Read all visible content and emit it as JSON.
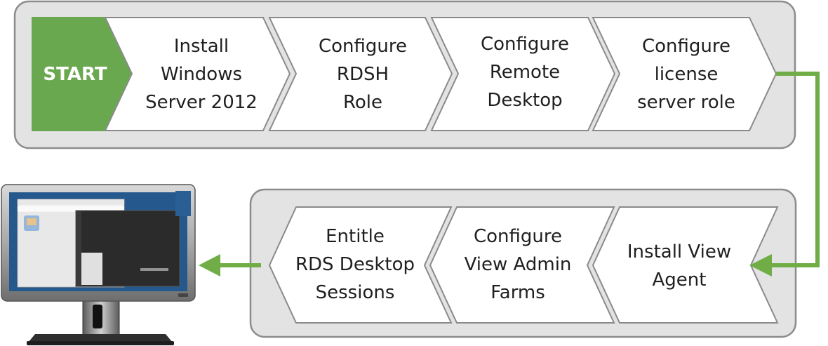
{
  "start_label": "START",
  "row1_steps": [
    "Install\nWindows\nServer 2012",
    "Configure\nRDSH\nRole",
    "Configure\nRemote\nDesktop",
    "Configure\nlicense\nserver role"
  ],
  "row2_steps": [
    "Install View\nAgent",
    "Configure\nView Admin\nFarms",
    "Entitle\nRDS Desktop\nSessions"
  ],
  "colors": {
    "panel_fill": "#e3e3e3",
    "panel_stroke": "#8c8c8c",
    "chevron_fill": "#ffffff",
    "chevron_stroke": "#8a8a8a",
    "start_fill": "#6aa84f",
    "connector": "#70ad47"
  }
}
